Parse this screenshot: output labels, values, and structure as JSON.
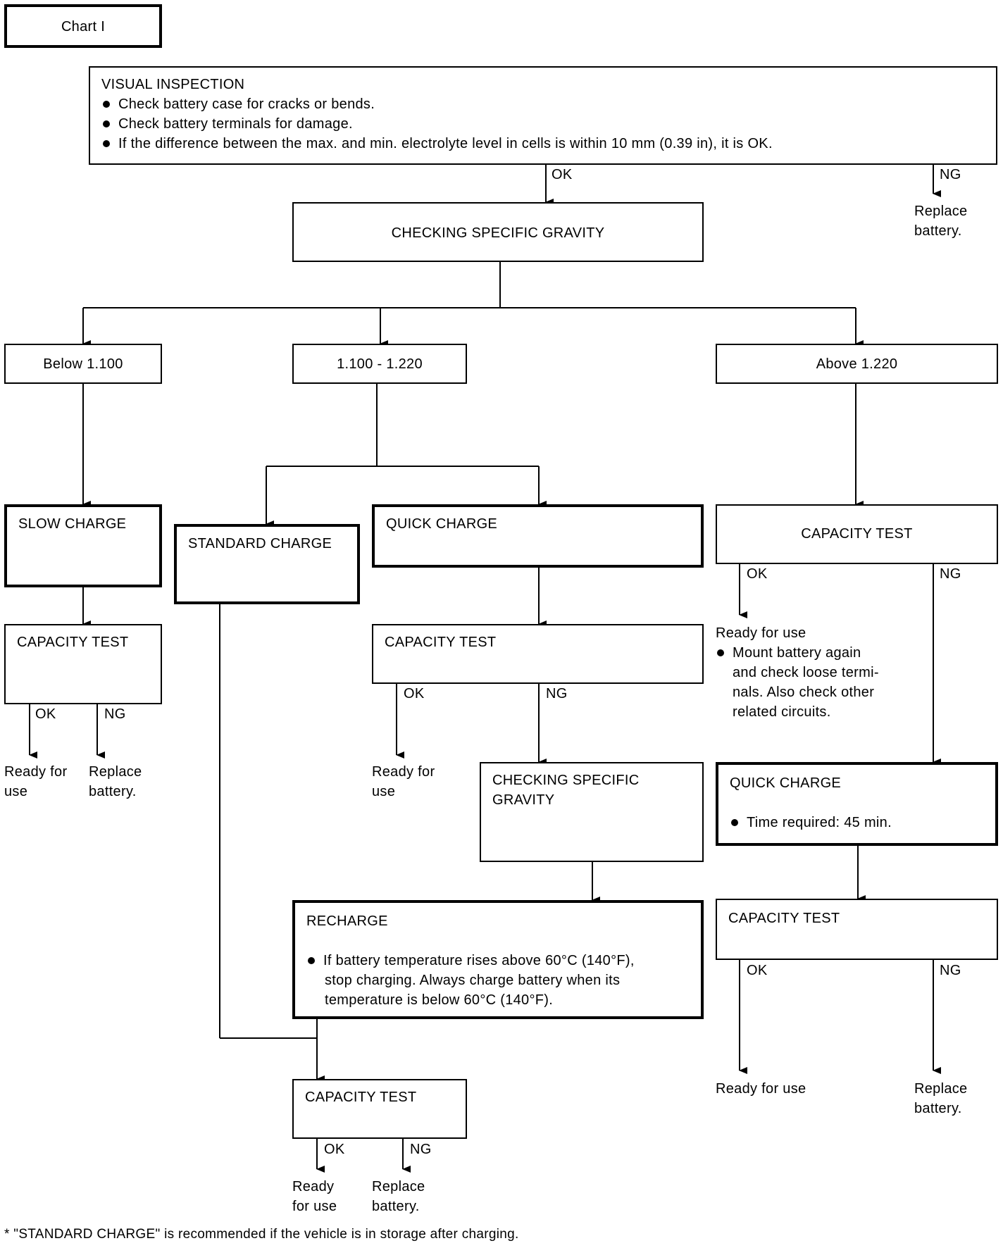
{
  "chart_label": "Chart I",
  "visual_inspection": {
    "title": "VISUAL INSPECTION",
    "bullets": [
      "Check battery case for cracks or bends.",
      "Check battery terminals for damage.",
      "If the difference between the max. and min. electrolyte level in cells is within 10 mm (0.39 in), it is OK."
    ]
  },
  "edges": {
    "ok": "OK",
    "ng": "NG"
  },
  "outcomes": {
    "replace_battery": "Replace battery.",
    "replace_line1": "Replace",
    "replace_line2": "battery.",
    "ready_for_use": "Ready for use",
    "ready_for": "Ready for",
    "use": "use",
    "ready": "Ready",
    "for_use": "for use"
  },
  "checking_specific_gravity": "CHECKING SPECIFIC GRAVITY",
  "checking_specific_gravity_lines": [
    "CHECKING SPECIFIC",
    "GRAVITY"
  ],
  "ranges": {
    "below": "Below 1.100",
    "middle": "1.100 - 1.220",
    "above": "Above 1.220"
  },
  "slow_charge": "SLOW CHARGE",
  "standard_charge": "STANDARD CHARGE",
  "quick_charge": "QUICK CHARGE",
  "capacity_test": "CAPACITY TEST",
  "above_ok_note": {
    "heading": "Ready for use",
    "bullet_lines": [
      "Mount battery again",
      "and check loose termi-",
      "nals. Also check other",
      "related circuits."
    ]
  },
  "quick_charge_time": "Time required: 45 min.",
  "recharge": {
    "title": "RECHARGE",
    "bullet_lines": [
      "If battery temperature rises above 60°C (140°F),",
      "stop charging. Always charge battery when its",
      "temperature is below 60°C (140°F)."
    ]
  },
  "footnote": "* \"STANDARD CHARGE\" is recommended if the vehicle is in storage after charging."
}
